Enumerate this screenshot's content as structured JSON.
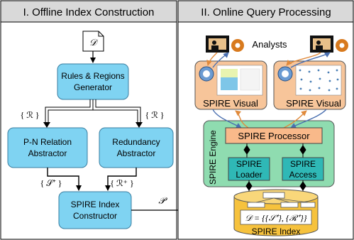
{
  "left_panel": {
    "header": "I. Offline Index Construction",
    "input_symbol": "𝒟",
    "rules_box": {
      "line1": "Rules & Regions",
      "line2": "Generator"
    },
    "r_label_left": "{ ℛ }",
    "r_label_right": "{ ℛ }",
    "pn_box": {
      "line1": "P-N Relation",
      "line2": "Abstractor"
    },
    "red_box": {
      "line1": "Redundancy",
      "line2": "Abstractor"
    },
    "s_plus_label": "{ 𝒮⁺ }",
    "r_plus_label": "{ ℛ⁺ }",
    "constructor_box": {
      "line1": "SPIRE Index",
      "line2": "Constructor"
    },
    "p_label": "𝒫"
  },
  "right_panel": {
    "header": "II. Online Query Processing",
    "analysts_label": "Analysts",
    "visual_left_label": "SPIRE Visual",
    "visual_right_label": "SPIRE Visual",
    "engine_label": "SPIRE Engine",
    "processor_label": "SPIRE Processor",
    "loader_box": {
      "line1": "SPIRE",
      "line2": "Loader"
    },
    "access_box": {
      "line1": "SPIRE",
      "line2": "Access"
    },
    "index_formula": "𝒟 = {{𝒮⁺}, {ℛ⁺}}",
    "index_label": "SPIRE Index"
  },
  "colors": {
    "box_blue": "#7fd3f2",
    "box_blue_edge": "#3a7ea0",
    "engine_green": "#8fdcb0",
    "visual_orange": "#f7c59a",
    "processor_orange": "#f9b98a",
    "teal": "#2fb8b6",
    "index_yellow": "#f6c23d",
    "header_gray": "#d9d9d9"
  }
}
